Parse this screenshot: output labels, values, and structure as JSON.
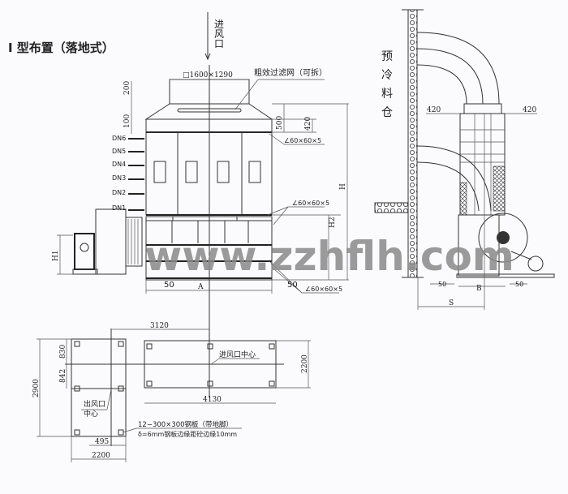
{
  "title": "I 型布置（落地式）",
  "inlet_label": [
    "进",
    "风",
    "口"
  ],
  "top_box_size": "□1600×1290",
  "filter_label": "粗效过滤网（可拆）",
  "angle_steel": "∠60×60×5",
  "pipe_labels": [
    "DN6",
    "DN5",
    "DN4",
    "DN3",
    "DN2",
    "DN1"
  ],
  "dims_front": {
    "d200": "200",
    "d100": "100",
    "d500": "500",
    "d420": "420",
    "H": "H",
    "H2": "H2",
    "H1": "H1",
    "left50": "50",
    "A": "A",
    "right50": "50"
  },
  "watermark": "www.zzhflh.com",
  "side_view": {
    "bin_label": [
      "预",
      "冷",
      "料",
      "仓"
    ],
    "left420": "420",
    "right420": "420",
    "left50": "50",
    "B": "B",
    "right50": "50",
    "S": "S"
  },
  "plan": {
    "d3120": "3120",
    "d2200_right": "2200",
    "d4130": "4130",
    "d2900": "2900",
    "d830": "830",
    "d842": "842",
    "d495": "495",
    "d2200_bottom": "2200",
    "inlet_center": "进风口中心",
    "outlet_center": [
      "出风口",
      "中心"
    ],
    "note1": "12−300×300钢板（带地脚）",
    "note2": "δ=6mm钢板边缘距砼边缘10mm"
  }
}
